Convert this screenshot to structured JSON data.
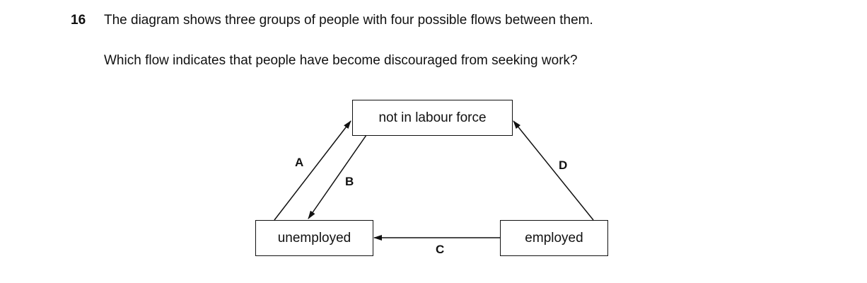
{
  "question": {
    "number": "16",
    "text": "The diagram shows three groups of people with four possible flows between them.",
    "prompt": "Which flow indicates that people have become discouraged from seeking work?"
  },
  "diagram": {
    "boxes": {
      "top": "not in labour force",
      "left": "unemployed",
      "right": "employed"
    },
    "flows": {
      "A": "A",
      "B": "B",
      "C": "C",
      "D": "D"
    }
  }
}
